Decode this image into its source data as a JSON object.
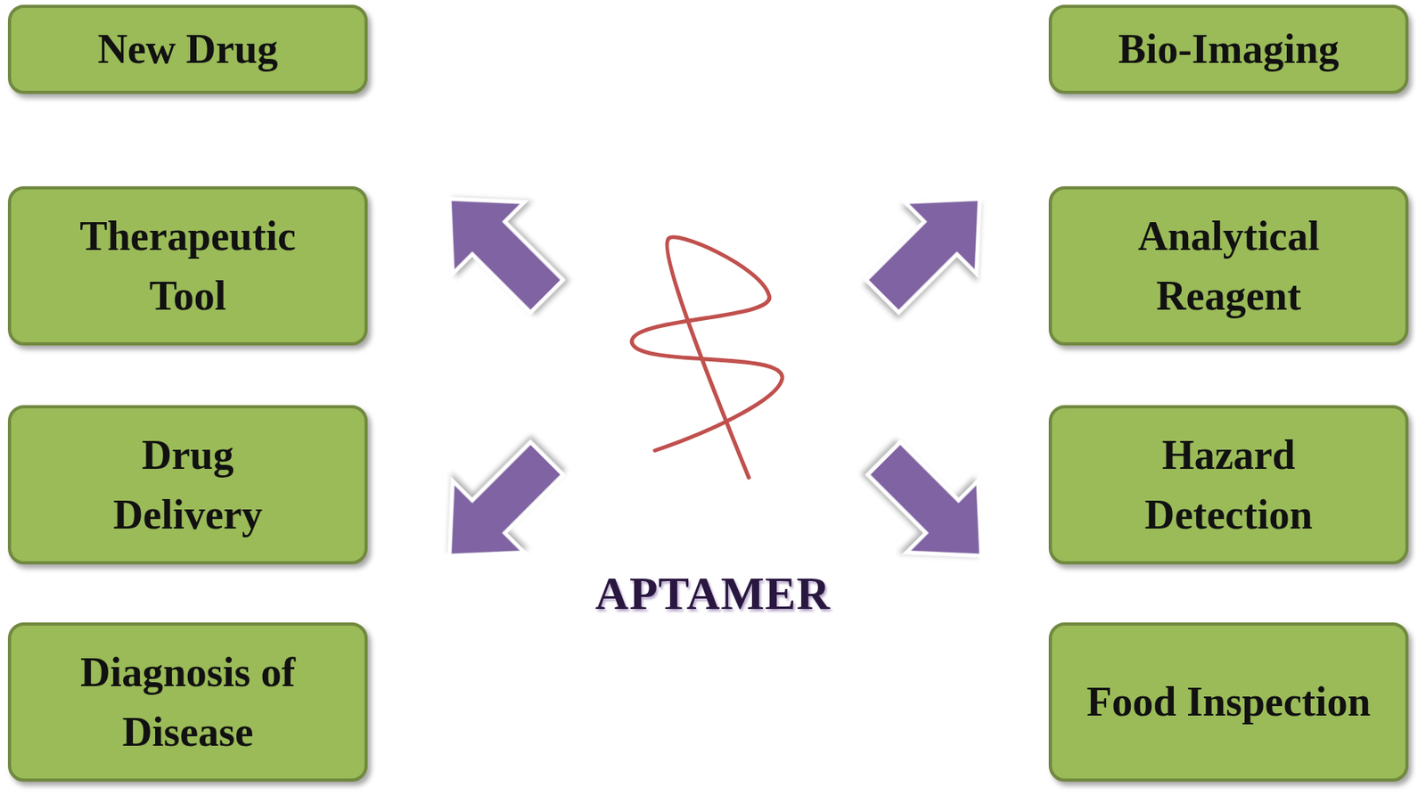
{
  "diagram": {
    "nodes": [
      {
        "text": [
          "New Drug"
        ]
      },
      {
        "text": [
          "Therapeutic Tool"
        ]
      },
      {
        "text": [
          "Drug Delivery"
        ]
      },
      {
        "text": [
          "Diagnosis of Disease"
        ]
      },
      {
        "text": [
          "Bio-Imaging"
        ]
      },
      {
        "text": [
          "Analytical Reagent"
        ]
      },
      {
        "text": [
          "Hazard Detection"
        ]
      },
      {
        "text": [
          "Food Inspection"
        ]
      }
    ],
    "labels": [
      "APTAMER"
    ]
  }
}
